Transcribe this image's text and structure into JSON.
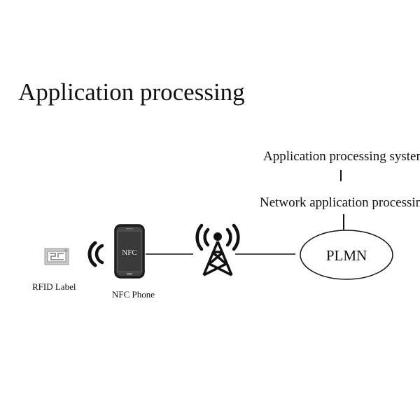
{
  "title": "Application processing",
  "labels": {
    "application_processing_system": "Application processing system",
    "network_application_processing": "Network application processing",
    "plmn": "PLMN",
    "nfc_screen": "NFC",
    "rfid_label": "RFID Label",
    "nfc_phone": "NFC Phone"
  },
  "icons": [
    "rfid-tag-icon",
    "nfc-wave-icon",
    "smartphone-icon",
    "cell-tower-icon"
  ],
  "colors": {
    "ink": "#111111",
    "phone_screen": "#3a3a3a",
    "tag_gray": "#b8b8b8"
  }
}
